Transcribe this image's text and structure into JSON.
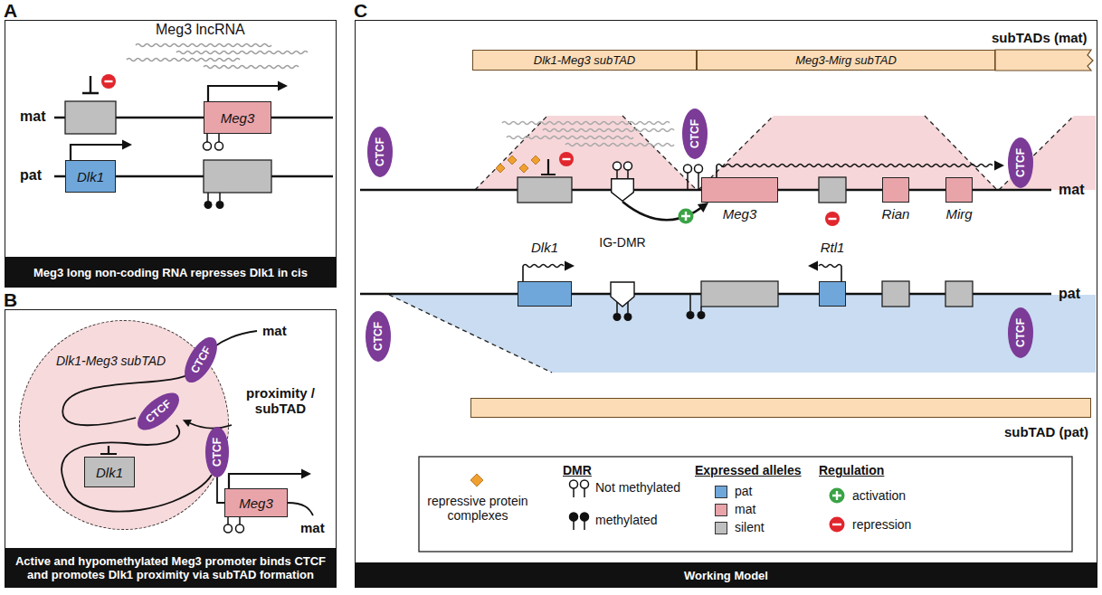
{
  "diagram": {
    "nodes": [
      {
        "text": [
          "A"
        ]
      },
      {
        "text": [
          "Meg3"
        ],
        "in": 0
      },
      {
        "text": [
          "Dlk1"
        ],
        "in": 0
      },
      {
        "text": [
          "Meg3 long non-coding RNA represses Dlk1 in cis"
        ],
        "in": 0
      },
      {
        "text": [
          "B"
        ]
      },
      {
        "text": [
          "Dlk1-Meg3 subTAD"
        ],
        "in": 4
      },
      {
        "text": [
          "CTCF"
        ],
        "in": 4
      },
      {
        "text": [
          "CTCF"
        ],
        "in": 5
      },
      {
        "text": [
          "Dlk1"
        ],
        "in": 5
      },
      {
        "text": [
          "CTCF"
        ],
        "in": 4
      },
      {
        "text": [
          "Meg3"
        ],
        "in": 4
      },
      {
        "text": [
          "Active and hypomethylated Meg3 promoter binds CTCF and promotes Dlk1 proximity via subTAD formation"
        ],
        "in": 4
      },
      {
        "text": [
          "C"
        ]
      },
      {
        "text": [
          "Dlk1-Meg3 subTAD"
        ],
        "in": 12
      },
      {
        "text": [
          "Meg3-Mirg subTAD"
        ],
        "in": 12
      },
      {
        "text": [
          "CTCF"
        ],
        "in": 12
      },
      {
        "text": [
          "CTCF"
        ],
        "in": 12
      },
      {
        "text": [
          "CTCF"
        ],
        "in": 12
      },
      {
        "text": [
          "IG-DMR"
        ],
        "in": 12
      },
      {
        "text": [
          "Meg3"
        ],
        "in": 12
      },
      {
        "text": [
          "Rian"
        ],
        "in": 12
      },
      {
        "text": [
          "Mirg"
        ],
        "in": 12
      },
      {
        "text": [
          "Dlk1"
        ],
        "in": 12
      },
      {
        "text": [
          "Rtl1"
        ],
        "in": 12
      },
      {
        "text": [
          "CTCF"
        ],
        "in": 12
      },
      {
        "text": [
          "CTCF"
        ],
        "in": 12
      },
      {
        "text": [
          "subTAD (pat)"
        ],
        "in": 12
      },
      {
        "text": [
          "Working Model"
        ],
        "in": 12
      }
    ],
    "edges": [
      {
        "from": 18,
        "to": 19,
        "arrow": "to"
      }
    ],
    "labels": [
      "Meg3 lncRNA",
      "mat",
      "pat",
      "mat",
      "mat",
      "proximity / subTAD",
      "subTADs (mat)",
      "mat",
      "pat",
      "DMR",
      "Expressed alleles",
      "Regulation"
    ],
    "legend": [
      {
        "text": "repressive protein complexes"
      },
      {
        "text": "Not methylated"
      },
      {
        "text": "methylated"
      },
      {
        "text": "pat",
        "color": "#6fa7db"
      },
      {
        "text": "mat",
        "color": "#e9a4aa"
      },
      {
        "text": "silent",
        "color": "#bfbfbf"
      },
      {
        "text": "activation"
      },
      {
        "text": "repression"
      }
    ]
  }
}
